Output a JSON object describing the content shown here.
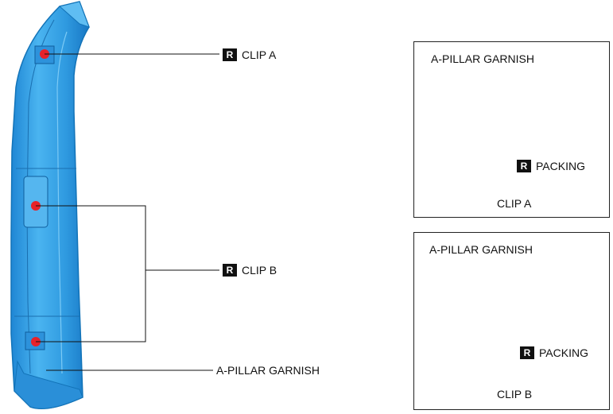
{
  "badge_letter": "R",
  "callouts": {
    "clip_a": "CLIP A",
    "clip_b": "CLIP B",
    "garnish": "A-PILLAR GARNISH"
  },
  "detail_a": {
    "garnish_label": "A-PILLAR GARNISH",
    "packing_label": "PACKING",
    "caption": "CLIP A"
  },
  "detail_b": {
    "garnish_label": "A-PILLAR GARNISH",
    "packing_label": "PACKING",
    "caption": "CLIP B"
  },
  "colors": {
    "garnish_fill": "#3aa6e8",
    "garnish_edge": "#1273b8",
    "clip_dot": "#e8222a",
    "line": "#111111",
    "badge": "#111111"
  }
}
